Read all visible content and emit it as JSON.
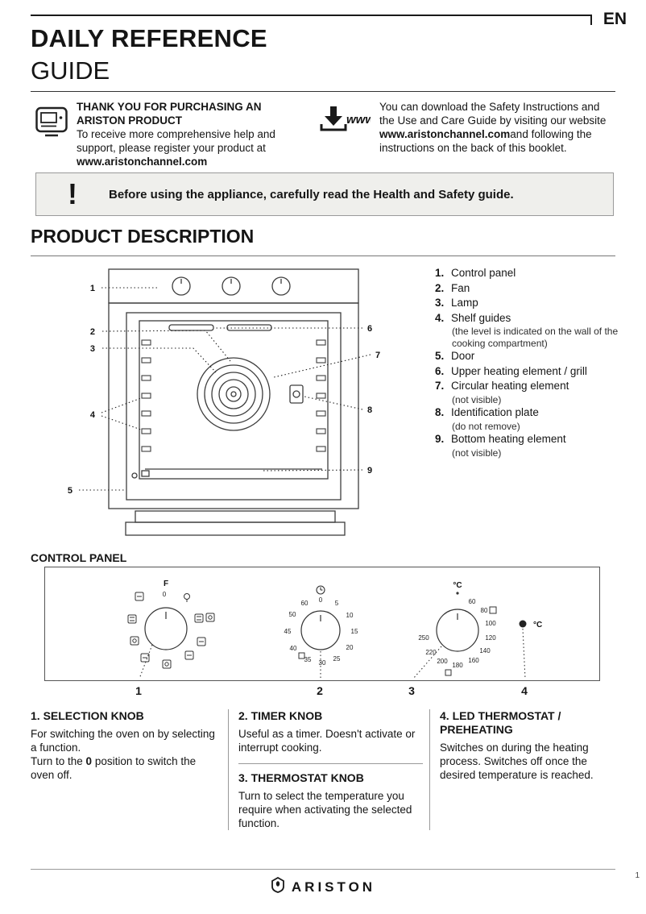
{
  "page": {
    "lang": "EN",
    "title_line1": "DAILY REFERENCE",
    "title_line2": "GUIDE"
  },
  "intro": {
    "register": {
      "heading": "THANK YOU FOR PURCHASING AN ARISTON PRODUCT",
      "body": "To receive more comprehensive help and support, please register your product at ",
      "link": "www.aristonchannel.com"
    },
    "download": {
      "www_label": "www",
      "text_before": "You can download the Safety Instructions and the Use and Care Guide by visiting our website ",
      "link": "www.aristonchannel.com",
      "text_after": "and following the instructions on the back of this booklet."
    }
  },
  "warning": {
    "exclamation": "!",
    "text": "Before using the appliance, carefully read the Health and Safety guide."
  },
  "product_description": {
    "heading": "PRODUCT DESCRIPTION",
    "diagram_callouts": [
      "1",
      "2",
      "3",
      "4",
      "5",
      "6",
      "7",
      "8",
      "9"
    ],
    "items": [
      {
        "num": "1.",
        "label": "Control panel",
        "note": ""
      },
      {
        "num": "2.",
        "label": "Fan",
        "note": ""
      },
      {
        "num": "3.",
        "label": "Lamp",
        "note": ""
      },
      {
        "num": "4.",
        "label": "Shelf guides",
        "note": "(the level is indicated on the wall of the cooking compartment)"
      },
      {
        "num": "5.",
        "label": "Door",
        "note": ""
      },
      {
        "num": "6.",
        "label": "Upper heating element / grill",
        "note": ""
      },
      {
        "num": "7.",
        "label": "Circular heating element",
        "note": "(not visible)"
      },
      {
        "num": "8.",
        "label": "Identification plate",
        "note": "(do not remove)"
      },
      {
        "num": "9.",
        "label": "Bottom heating element",
        "note": "(not visible)"
      }
    ]
  },
  "control_panel": {
    "heading": "CONTROL PANEL",
    "callouts": [
      "1",
      "2",
      "3",
      "4"
    ],
    "selection_knob": {
      "f_label": "F",
      "zero": "0"
    },
    "timer_knob": {
      "zero": "0",
      "ticks": [
        "5",
        "10",
        "15",
        "20",
        "25",
        "30",
        "35",
        "40",
        "45",
        "50",
        "60"
      ]
    },
    "thermostat_knob": {
      "symbol": "°C",
      "ticks": [
        "60",
        "80",
        "100",
        "120",
        "140",
        "160",
        "180",
        "200",
        "220",
        "250"
      ]
    },
    "led": {
      "symbol": "°C"
    }
  },
  "sections": {
    "selection": {
      "title": "1. SELECTION KNOB",
      "body_1": "For switching the oven on by selecting a function.",
      "body_2a": "Turn to the ",
      "body_2_bold": "0",
      "body_2b": " position to switch the oven off."
    },
    "timer": {
      "title": "2. TIMER KNOB",
      "body": "Useful as a timer. Doesn't activate or interrupt cooking."
    },
    "thermostat": {
      "title": "3. THERMOSTAT KNOB",
      "body": "Turn to select the temperature you require when activating the selected function."
    },
    "led": {
      "title": "4. LED THERMOSTAT / PREHEATING",
      "body": "Switches on during the heating process. Switches off once the desired temperature is reached."
    }
  },
  "footer": {
    "brand": "ARISTON",
    "page_number": "1"
  }
}
